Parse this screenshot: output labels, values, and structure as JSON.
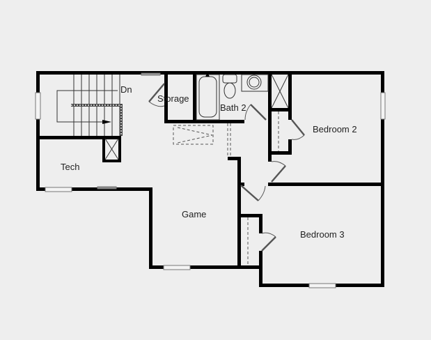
{
  "plan": {
    "background": "#eeeeee",
    "wall_color": "#000000",
    "rooms": [
      {
        "id": "stairs",
        "label": "Dn"
      },
      {
        "id": "storage",
        "label": "Storage"
      },
      {
        "id": "bath2",
        "label": "Bath 2"
      },
      {
        "id": "bedroom2",
        "label": "Bedroom 2"
      },
      {
        "id": "tech",
        "label": "Tech"
      },
      {
        "id": "game",
        "label": "Game"
      },
      {
        "id": "bedroom3",
        "label": "Bedroom 3"
      }
    ]
  }
}
